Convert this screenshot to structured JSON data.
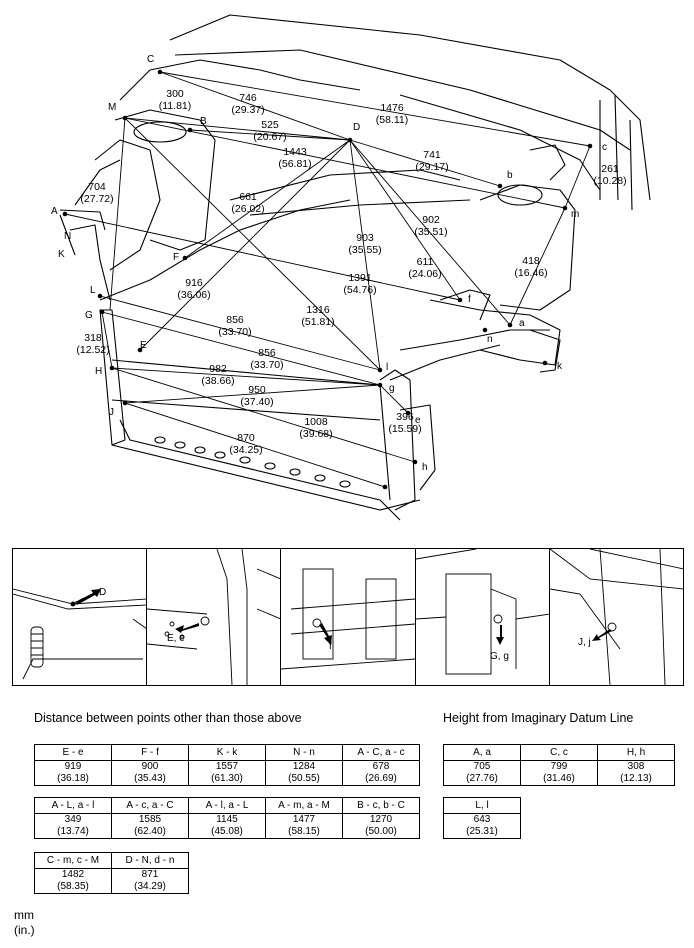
{
  "measurements": [
    {
      "mm": "300",
      "in": "(11.81)"
    },
    {
      "mm": "746",
      "in": "(29.37)"
    },
    {
      "mm": "1476",
      "in": "(58.11)"
    },
    {
      "mm": "525",
      "in": "(20.67)"
    },
    {
      "mm": "1443",
      "in": "(56.81)"
    },
    {
      "mm": "741",
      "in": "(29.17)"
    },
    {
      "mm": "261",
      "in": "(10.28)"
    },
    {
      "mm": "704",
      "in": "(27.72)"
    },
    {
      "mm": "661",
      "in": "(26.02)"
    },
    {
      "mm": "903",
      "in": "(35.55)"
    },
    {
      "mm": "902",
      "in": "(35.51)"
    },
    {
      "mm": "611",
      "in": "(24.06)"
    },
    {
      "mm": "418",
      "in": "(16.46)"
    },
    {
      "mm": "916",
      "in": "(36.06)"
    },
    {
      "mm": "1391",
      "in": "(54.76)"
    },
    {
      "mm": "1316",
      "in": "(51.81)"
    },
    {
      "mm": "856",
      "in": "(33.70)"
    },
    {
      "mm": "856",
      "in": "(33.70)"
    },
    {
      "mm": "318",
      "in": "(12.52)"
    },
    {
      "mm": "982",
      "in": "(38.66)"
    },
    {
      "mm": "950",
      "in": "(37.40)"
    },
    {
      "mm": "396",
      "in": "(15.59)"
    },
    {
      "mm": "1008",
      "in": "(39.68)"
    },
    {
      "mm": "870",
      "in": "(34.25)"
    }
  ],
  "points": [
    "C",
    "M",
    "B",
    "D",
    "c",
    "b",
    "A",
    "N",
    "K",
    "m",
    "F",
    "f",
    "a",
    "n",
    "k",
    "L",
    "G",
    "E",
    "l",
    "g",
    "H",
    "J",
    "e",
    "h"
  ],
  "detail_labels": [
    "D",
    "E, e",
    "f",
    "G, g",
    "J, j"
  ],
  "other_points": {
    "title": "Distance between points other than those above",
    "rows": [
      [
        {
          "pair": "E - e",
          "mm": "919",
          "in": "(36.18)"
        },
        {
          "pair": "F - f",
          "mm": "900",
          "in": "(35.43)"
        },
        {
          "pair": "K - k",
          "mm": "1557",
          "in": "(61.30)"
        },
        {
          "pair": "N - n",
          "mm": "1284",
          "in": "(50.55)"
        },
        {
          "pair": "A - C, a - c",
          "mm": "678",
          "in": "(26.69)"
        }
      ],
      [
        {
          "pair": "A - L, a - l",
          "mm": "349",
          "in": "(13.74)"
        },
        {
          "pair": "A - c, a - C",
          "mm": "1585",
          "in": "(62.40)"
        },
        {
          "pair": "A - l, a - L",
          "mm": "1145",
          "in": "(45.08)"
        },
        {
          "pair": "A - m, a - M",
          "mm": "1477",
          "in": "(58.15)"
        },
        {
          "pair": "B - c, b - C",
          "mm": "1270",
          "in": "(50.00)"
        }
      ],
      [
        {
          "pair": "C - m, c - M",
          "mm": "1482",
          "in": "(58.35)"
        },
        {
          "pair": "D - N, d - n",
          "mm": "871",
          "in": "(34.29)"
        }
      ]
    ]
  },
  "height_table": {
    "title": "Height from Imaginary Datum Line",
    "rows": [
      [
        {
          "pair": "A, a",
          "mm": "705",
          "in": "(27.76)"
        },
        {
          "pair": "C, c",
          "mm": "799",
          "in": "(31.46)"
        },
        {
          "pair": "H, h",
          "mm": "308",
          "in": "(12.13)"
        }
      ],
      [
        {
          "pair": "L, l",
          "mm": "643",
          "in": "(25.31)"
        }
      ]
    ]
  },
  "units": {
    "mm": "mm",
    "in": "(in.)"
  }
}
